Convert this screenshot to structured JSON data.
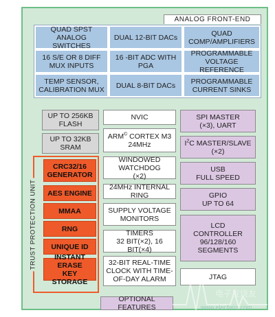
{
  "analog_front_end": {
    "label": "ANALOG FRONT-END",
    "blocks": [
      "QUAD SPST ANALOG\nSWITCHES",
      "DUAL 12-BIT DACs",
      "QUAD\nCOMP/AMPLIFIERS",
      "16 S/E OR 8 DIFF\nMUX INPUTS",
      "16 -BIT ADC WITH\nPGA",
      "PROGRAMMABLE\nVOLTAGE REFERENCE",
      "TEMP SENSOR,\nCALIBRATION MUX",
      "DUAL 8-BIT DACs",
      "PROGRAMMABLE\nCURRENT SINKS"
    ]
  },
  "memory": {
    "flash": "UP TO 256KB\nFLASH",
    "sram": "UP TO 32KB\nSRAM"
  },
  "trust_protection_unit": {
    "label": "TRUST PROTECTION UNIT",
    "blocks": [
      "CRC32/16\nGENERATOR",
      "AES ENGINE",
      "MMAA",
      "RNG",
      "UNIQUE ID",
      "INSTANT ERASE\nKEY STORAGE"
    ]
  },
  "core": {
    "nvic": "NVIC",
    "cpu_prefix": "ARM",
    "cpu_reg": "©",
    "cpu_suffix": " CORTEX M3",
    "cpu_freq": "24MHz",
    "watchdog": "WINDOWED WATCHDOG\n(×2)",
    "ring": "24MHz INTERNAL RING",
    "supply": "SUPPLY VOLTAGE\nMONITORS",
    "timers": "TIMERS\n32 BIT(×2), 16 BIT(×4)",
    "rtc": "32-BIT REAL-TIME\nCLOCK WITH TIME-\nOF-DAY ALARM"
  },
  "peripherals": {
    "spi": "SPI MASTER\n(×3), UART",
    "i2c_prefix": "I",
    "i2c_sup": "2",
    "i2c_suffix": "C MASTER/SLAVE\n(×2)",
    "usb": "USB\nFULL SPEED",
    "gpio": "GPIO\nUP TO 64",
    "lcd": "LCD\nCONTROLLER\n96/128/160\nSEGMENTS",
    "jtag": "JTAG"
  },
  "legend": {
    "optional": "OPTIONAL FEATURES"
  },
  "watermark": {
    "text": "www.elecfans.com"
  },
  "colors": {
    "background": "#d2e9d7",
    "frame_border": "#6cbf86",
    "analog_block": "#a9c6e2",
    "trust_block": "#ef5a2a",
    "optional_block": "#dcc7e3",
    "memory_block": "#d7d7d7"
  }
}
